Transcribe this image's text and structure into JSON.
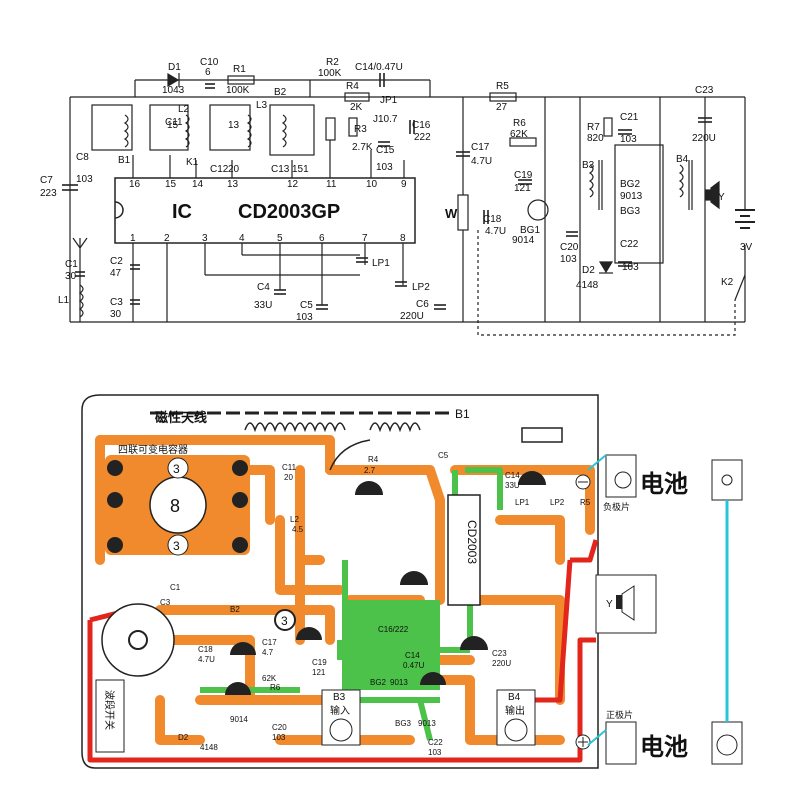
{
  "schematic": {
    "ic_prefix": "IC",
    "ic_name": "CD2003GP",
    "pins_top": [
      "16",
      "15",
      "14",
      "13",
      "12",
      "11",
      "10",
      "9"
    ],
    "pins_bottom": [
      "1",
      "2",
      "3",
      "4",
      "5",
      "6",
      "7",
      "8"
    ],
    "labels": {
      "d1": "D1",
      "d1_val": "1043",
      "c10": "C10",
      "c10_val": "6",
      "r1": "R1",
      "r1_val": "100K",
      "r2": "R2",
      "r2_val": "100K",
      "c14": "C14/0.47U",
      "r4": "R4",
      "r4_val": "2K",
      "jp1": "JP1",
      "j107": "J10.7",
      "c16": "C16",
      "c16_val": "222",
      "c15": "C15",
      "c15_val": "103",
      "r3": "R3",
      "r3_val": "2.7K",
      "r5": "R5",
      "r5_val": "27",
      "c23": "C23",
      "c23_val": "220U",
      "c17": "C17",
      "c17_val": "4.7U",
      "r6": "R6",
      "r6_val": "62K",
      "c19": "C19",
      "c19_val": "121",
      "r7": "R7",
      "r7_val": "820",
      "c21": "C21",
      "c21_val": "103",
      "b3": "B3",
      "b4": "B4",
      "bg2": "BG2",
      "bg2_val": "9013",
      "bg3": "BG3",
      "c22": "C22",
      "c22_val": "103",
      "c20": "C20",
      "c20_val": "103",
      "d2": "D2",
      "d2_val": "4148",
      "bg1": "BG1",
      "bg1_val": "9014",
      "c18": "C18",
      "c18_val": "4.7U",
      "w": "W",
      "batt": "3V",
      "k2": "K2",
      "y": "Y",
      "c8": "C8",
      "c8_val": "103",
      "b1": "B1",
      "k1": "K1",
      "l2": "L2",
      "l3": "L3",
      "b2": "B2",
      "c11": "C11",
      "c12": "C12",
      "c13": "C13",
      "c12_val": "20",
      "c13_val": "151",
      "c7": "C7",
      "c7_val": "223",
      "c1": "C1",
      "c1_val": "30",
      "c2": "C2",
      "c2_val": "47",
      "c3": "C3",
      "c3_val": "30",
      "l1": "L1",
      "c4": "C4",
      "c4_val": "33U",
      "c5": "C5",
      "c5_val": "103",
      "c6": "C6",
      "c6_val": "220U",
      "lp1": "LP1",
      "lp2": "LP2",
      "n15": "15",
      "n13": "13"
    }
  },
  "pcb": {
    "antenna_label": "磁性天线",
    "b1": "B1",
    "cap_block_label": "四联可变电容器",
    "num8": "8",
    "num3": "3",
    "battery": "电池",
    "neg_plate": "负极片",
    "pos_plate": "正极片",
    "ic_label": "CD2003",
    "labels": {
      "r4": "R4",
      "r4_val": "2.7",
      "c14_a": "C14",
      "c14_b": "33U",
      "c5": "C5",
      "b2": "B2",
      "c17": "C17",
      "c17_val": "4.7",
      "c18": "C18",
      "c18_val": "4.7U",
      "c19": "C19",
      "c19_val": "121",
      "r6": "R6",
      "r6_val": "62K",
      "c16": "C16/222",
      "c14c": "C14",
      "c14c_val": "0.47U",
      "c23": "C23",
      "c23_val": "220U",
      "b3": "B3",
      "b3_txt": "输入",
      "b4": "B4",
      "b4_txt": "输出",
      "bg2": "BG2",
      "bg2_val": "9013",
      "bg3": "BG3",
      "bg3_val": "9013",
      "bg1_val": "9014",
      "d2": "D2",
      "d2_val": "4148",
      "r5": "R5",
      "r6b": "R6",
      "lp1": "LP1",
      "lp2": "LP2",
      "c20": "C20",
      "c20_val": "103",
      "c22": "C22",
      "c22_val": "103",
      "switch": "波段开关",
      "y": "Y",
      "c1": "C1",
      "c3": "C3",
      "l2": "L2",
      "l2_val": "4.5",
      "c11": "C11",
      "c11_val": "20"
    }
  }
}
